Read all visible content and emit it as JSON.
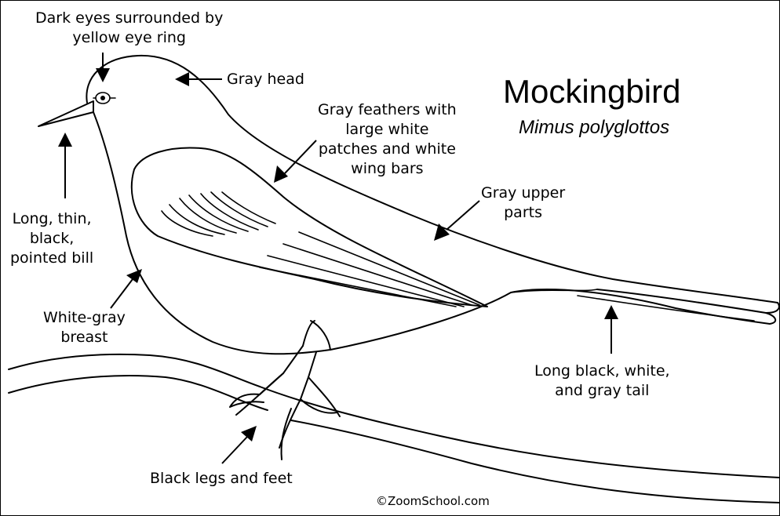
{
  "title": "Mockingbird",
  "scientific_name": "Mimus polyglottos",
  "labels": {
    "eyes": [
      "Dark eyes surrounded by",
      "yellow eye ring"
    ],
    "head": [
      "Gray head"
    ],
    "feathers": [
      "Gray feathers with",
      "large white",
      "patches and white",
      "wing bars"
    ],
    "upper_parts": [
      "Gray upper",
      "parts"
    ],
    "bill": [
      "Long, thin,",
      "black,",
      "pointed bill"
    ],
    "breast": [
      "White-gray",
      "breast"
    ],
    "tail": [
      "Long black, white,",
      "and gray tail"
    ],
    "legs": [
      "Black legs and feet"
    ]
  },
  "credit": "©ZoomSchool.com",
  "colors": {
    "line": "#000000",
    "background": "#ffffff"
  }
}
